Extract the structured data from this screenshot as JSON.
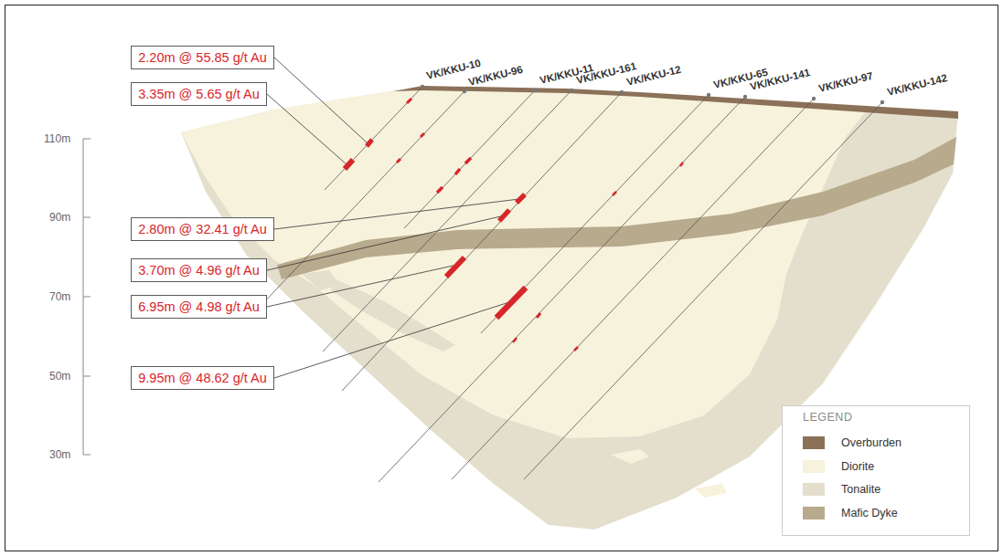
{
  "diagram": {
    "nodes": [
      {
        "text": [
          "2.20m @ 55.85 g/t Au"
        ]
      },
      {
        "text": [
          "3.35m @ 5.65 g/t Au"
        ]
      },
      {
        "text": [
          "2.80m @ 32.41 g/t Au"
        ]
      },
      {
        "text": [
          "3.70m @ 4.96 g/t Au"
        ]
      },
      {
        "text": [
          "6.95m @ 4.98 g/t Au"
        ]
      },
      {
        "text": [
          "9.95m @ 48.62 g/t Au"
        ]
      }
    ],
    "labels": [
      "110m",
      "90m",
      "70m",
      "50m",
      "30m",
      "VK/KKU-10",
      "VK/KKU-96",
      "VK/KKU-11",
      "VK/KKU-161",
      "VK/KKU-12",
      "VK/KKU-65",
      "VK/KKU-141",
      "VK/KKU-97",
      "VK/KKU-142",
      "LEGEND"
    ],
    "legend": [
      {
        "text": "Overburden",
        "color": "#8b7158"
      },
      {
        "text": "Diorite",
        "color": "#f7f2dc"
      },
      {
        "text": "Tonalite",
        "color": "#e4dfcc"
      },
      {
        "text": "Mafic Dyke",
        "color": "#b8aa8c"
      }
    ]
  }
}
